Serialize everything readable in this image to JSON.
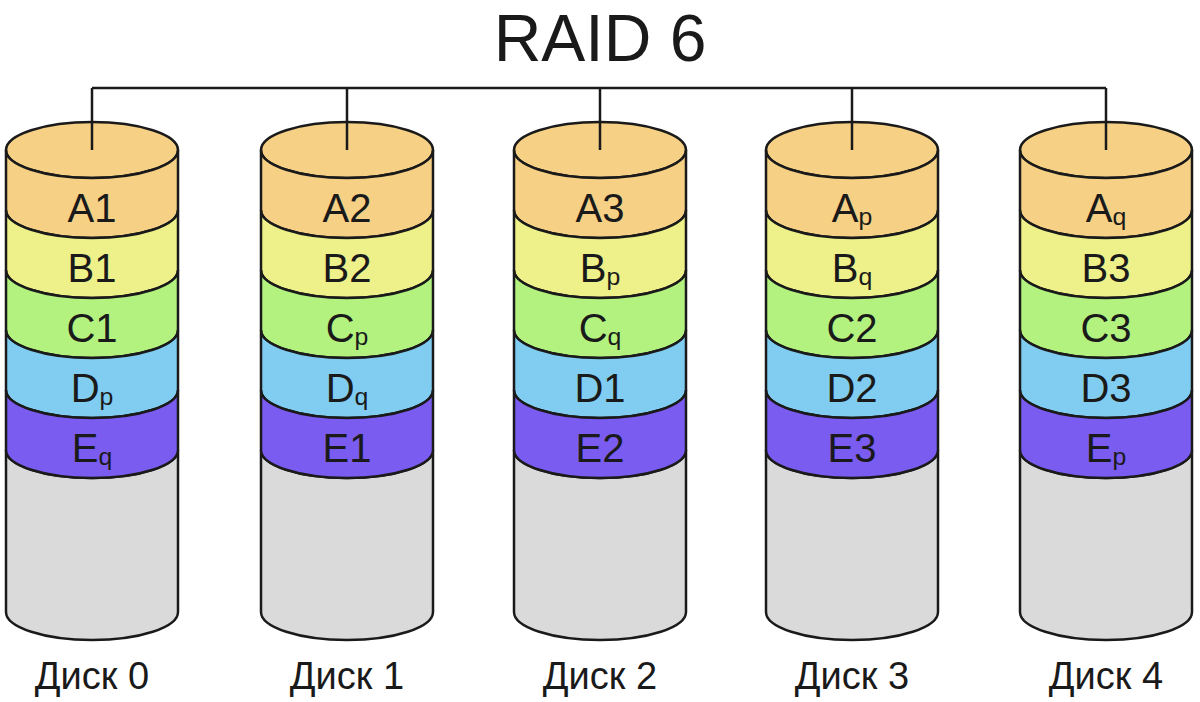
{
  "diagram": {
    "title": "RAID 6",
    "nodes": [
      {
        "text": [
          "Диск 0"
        ]
      },
      {
        "text": [
          "A1"
        ],
        "in": 0
      },
      {
        "text": [
          "B1"
        ],
        "in": 0
      },
      {
        "text": [
          "C1"
        ],
        "in": 0
      },
      {
        "text": [
          "Dp"
        ],
        "in": 0
      },
      {
        "text": [
          "Eq"
        ],
        "in": 0
      },
      {
        "text": [
          "Диск 1"
        ]
      },
      {
        "text": [
          "A2"
        ],
        "in": 6
      },
      {
        "text": [
          "B2"
        ],
        "in": 6
      },
      {
        "text": [
          "Cp"
        ],
        "in": 6
      },
      {
        "text": [
          "Dq"
        ],
        "in": 6
      },
      {
        "text": [
          "E1"
        ],
        "in": 6
      },
      {
        "text": [
          "Диск 2"
        ]
      },
      {
        "text": [
          "A3"
        ],
        "in": 12
      },
      {
        "text": [
          "Bp"
        ],
        "in": 12
      },
      {
        "text": [
          "Cq"
        ],
        "in": 12
      },
      {
        "text": [
          "D1"
        ],
        "in": 12
      },
      {
        "text": [
          "E2"
        ],
        "in": 12
      },
      {
        "text": [
          "Диск 3"
        ]
      },
      {
        "text": [
          "Ap"
        ],
        "in": 18
      },
      {
        "text": [
          "Bq"
        ],
        "in": 18
      },
      {
        "text": [
          "C2"
        ],
        "in": 18
      },
      {
        "text": [
          "D2"
        ],
        "in": 18
      },
      {
        "text": [
          "E3"
        ],
        "in": 18
      },
      {
        "text": [
          "Диск 4"
        ]
      },
      {
        "text": [
          "Aq"
        ],
        "in": 24
      },
      {
        "text": [
          "B3"
        ],
        "in": 24
      },
      {
        "text": [
          "C3"
        ],
        "in": 24
      },
      {
        "text": [
          "D3"
        ],
        "in": 24
      },
      {
        "text": [
          "Ep"
        ],
        "in": 24
      }
    ]
  }
}
